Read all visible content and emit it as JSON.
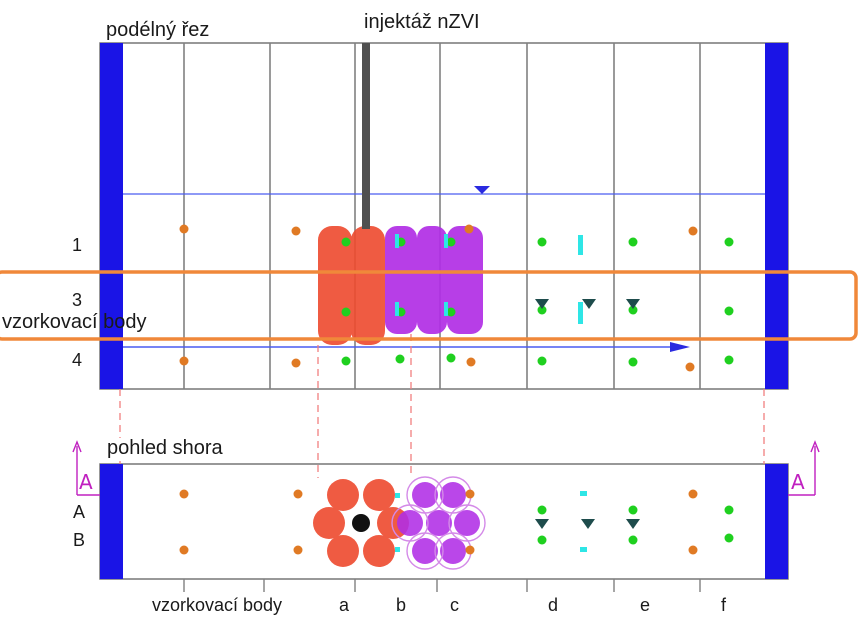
{
  "labels": {
    "profile_title": "podélný řez",
    "injection": "injektáž nZVI",
    "sampling_points_highlight": "vzorkovací body",
    "top_view_title": "pohled shora",
    "sampling_points_bottom": "vzorkovací body",
    "section_marker": "A"
  },
  "profile_rows": [
    "1",
    "3",
    "4"
  ],
  "topview_rows": [
    "A",
    "B"
  ],
  "columns": [
    "a",
    "b",
    "c",
    "d",
    "e",
    "f"
  ],
  "colors": {
    "boundary": "#1a14e6",
    "grid_line": "#808080",
    "water_level": "#4a5cf0",
    "highlight_frame": "#f0883a",
    "injection_rod": "#505050",
    "nzvi_red": "#ee4a2e",
    "nzvi_magenta": "#b12ee6",
    "point_orange": "#e07a24",
    "point_green": "#1fd01f",
    "marker_cyan": "#2ee6e6",
    "marker_dark": "#1e4c4c",
    "section_marker": "#c020c0",
    "dashed_guide": "#f08080"
  }
}
